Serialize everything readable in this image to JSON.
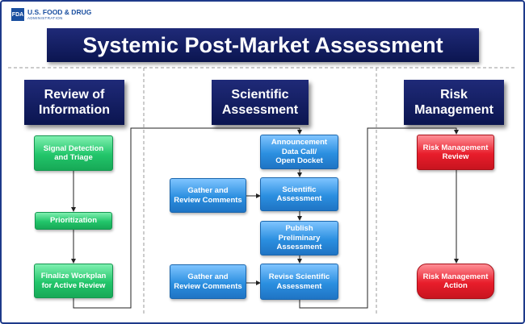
{
  "logo": {
    "badge": "FDA",
    "name": "U.S. FOOD & DRUG",
    "sub": "ADMINISTRATION"
  },
  "title": "Systemic Post-Market Assessment",
  "columns": [
    {
      "header": "Review of\nInformation"
    },
    {
      "header": "Scientific\nAssessment"
    },
    {
      "header": "Risk\nManagement"
    }
  ],
  "review": {
    "signal": "Signal Detection\nand Triage",
    "prioritization": "Prioritization",
    "finalize": "Finalize Workplan\nfor Active Review"
  },
  "scientific": {
    "announcement": "Announcement\nData Call/\nOpen Docket",
    "gather1": "Gather and\nReview Comments",
    "sci_assessment": "Scientific\nAssessment",
    "publish": "Publish\nPreliminary\nAssessment",
    "gather2": "Gather and\nReview Comments",
    "revise": "Revise Scientific\nAssessment"
  },
  "risk": {
    "review": "Risk Management\nReview",
    "action": "Risk Management\nAction"
  },
  "colors": {
    "navy": "#0b1550",
    "green": "#22c56a",
    "blue": "#2b8fe0",
    "red": "#e81d2b"
  }
}
